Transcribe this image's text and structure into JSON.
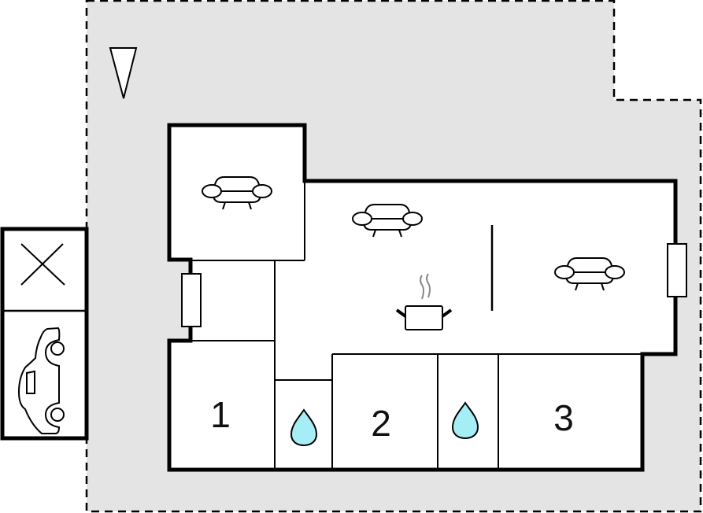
{
  "plan": {
    "title": "Floor plan",
    "colors": {
      "plot_fill": "#e4e4e4",
      "room_fill": "#ffffff",
      "wall": "#000000",
      "water": "#a6eef5",
      "steam": "#888888"
    },
    "rooms": [
      {
        "id": "living-1",
        "type": "living room",
        "icon": "armchair-icon"
      },
      {
        "id": "living-2",
        "type": "living room",
        "icon": "armchair-icon"
      },
      {
        "id": "kitchen",
        "type": "kitchen",
        "icon": "cooking-pot-icon"
      },
      {
        "id": "living-3",
        "type": "living room",
        "icon": "armchair-icon"
      },
      {
        "id": "bedroom-1",
        "type": "bedroom",
        "label": "1"
      },
      {
        "id": "bathroom-1",
        "type": "bathroom",
        "icon": "water-drop-icon"
      },
      {
        "id": "bedroom-2",
        "type": "bedroom",
        "label": "2"
      },
      {
        "id": "bathroom-2",
        "type": "bathroom",
        "icon": "water-drop-icon"
      },
      {
        "id": "bedroom-3",
        "type": "bedroom",
        "label": "3"
      }
    ],
    "bedroom_labels": [
      "1",
      "2",
      "3"
    ],
    "outbuilding": {
      "storage_icon": "cross-icon",
      "garage_icon": "car-icon"
    },
    "north_marker": "triangle-marker-icon"
  }
}
